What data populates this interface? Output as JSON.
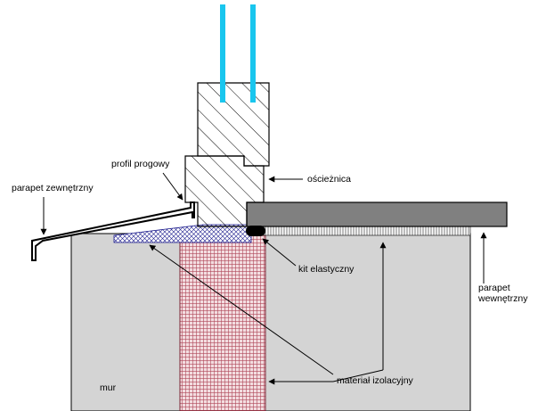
{
  "labels": {
    "profil_progowy": "profil progowy",
    "oscieznica": "ościeżnica",
    "parapet_zewnetrzny": "parapet zewnętrzny",
    "kit_elastyczny": "kit elastyczny",
    "parapet_wewnetrzny_line1": "parapet",
    "parapet_wewnetrzny_line2": "wewnętrzny",
    "mur": "mur",
    "material_izolacyjny": "materiał izolacyjny"
  },
  "colors": {
    "glass": "#19c6ee",
    "wall": "#d4d4d4",
    "insulation": "#b0485a",
    "inner_sill": "#808080",
    "sealant": "#000000",
    "outer_sill_fill": "#ffffff",
    "seal_layer": "#1a1a8c"
  }
}
